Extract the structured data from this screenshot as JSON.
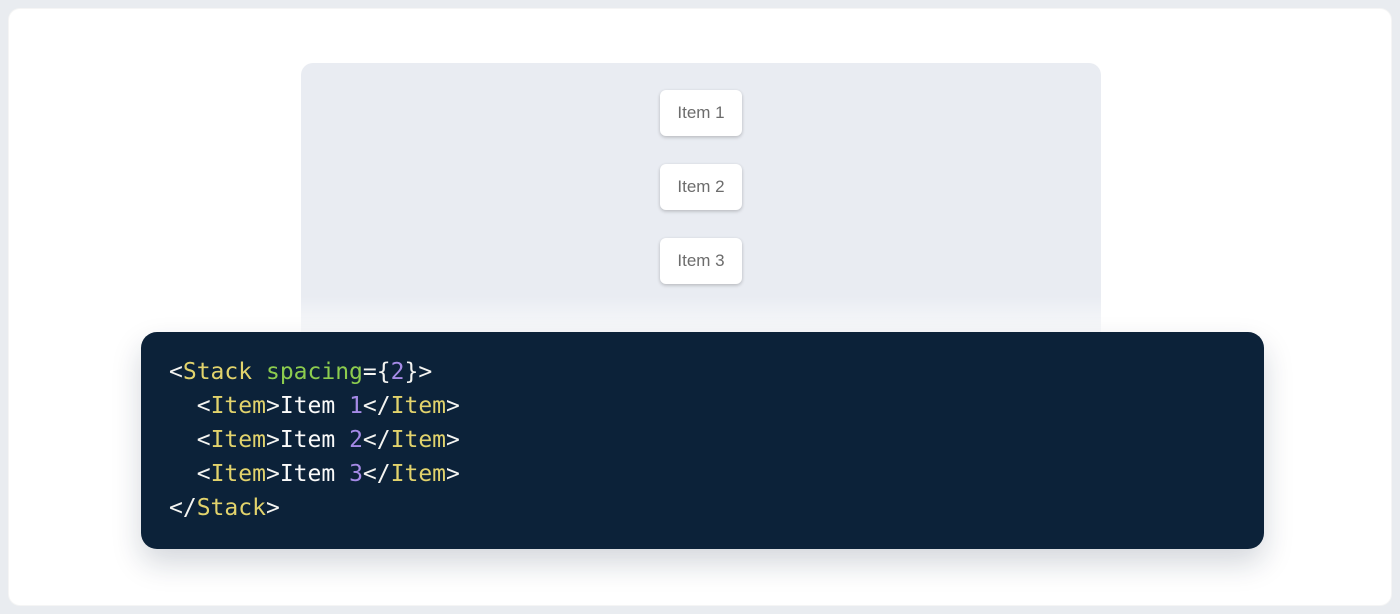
{
  "demo_panel": {
    "items": [
      {
        "label": "Item 1"
      },
      {
        "label": "Item 2"
      },
      {
        "label": "Item 3"
      }
    ]
  },
  "code_block": {
    "language": "jsx",
    "source": "<Stack spacing={2}>\n  <Item>Item 1</Item>\n  <Item>Item 2</Item>\n  <Item>Item 3</Item>\n</Stack>",
    "lines": [
      [
        {
          "type": "punctuation",
          "text": "<"
        },
        {
          "type": "tag",
          "text": "Stack"
        },
        {
          "type": "plain",
          "text": " "
        },
        {
          "type": "attr-name",
          "text": "spacing"
        },
        {
          "type": "punctuation",
          "text": "="
        },
        {
          "type": "punctuation",
          "text": "{"
        },
        {
          "type": "number",
          "text": "2"
        },
        {
          "type": "punctuation",
          "text": "}"
        },
        {
          "type": "punctuation",
          "text": ">"
        }
      ],
      [
        {
          "type": "plain",
          "text": "  "
        },
        {
          "type": "punctuation",
          "text": "<"
        },
        {
          "type": "tag",
          "text": "Item"
        },
        {
          "type": "punctuation",
          "text": ">"
        },
        {
          "type": "plain",
          "text": "Item "
        },
        {
          "type": "number",
          "text": "1"
        },
        {
          "type": "punctuation",
          "text": "</"
        },
        {
          "type": "tag",
          "text": "Item"
        },
        {
          "type": "punctuation",
          "text": ">"
        }
      ],
      [
        {
          "type": "plain",
          "text": "  "
        },
        {
          "type": "punctuation",
          "text": "<"
        },
        {
          "type": "tag",
          "text": "Item"
        },
        {
          "type": "punctuation",
          "text": ">"
        },
        {
          "type": "plain",
          "text": "Item "
        },
        {
          "type": "number",
          "text": "2"
        },
        {
          "type": "punctuation",
          "text": "</"
        },
        {
          "type": "tag",
          "text": "Item"
        },
        {
          "type": "punctuation",
          "text": ">"
        }
      ],
      [
        {
          "type": "plain",
          "text": "  "
        },
        {
          "type": "punctuation",
          "text": "<"
        },
        {
          "type": "tag",
          "text": "Item"
        },
        {
          "type": "punctuation",
          "text": ">"
        },
        {
          "type": "plain",
          "text": "Item "
        },
        {
          "type": "number",
          "text": "3"
        },
        {
          "type": "punctuation",
          "text": "</"
        },
        {
          "type": "tag",
          "text": "Item"
        },
        {
          "type": "punctuation",
          "text": ">"
        }
      ],
      [
        {
          "type": "punctuation",
          "text": "</"
        },
        {
          "type": "tag",
          "text": "Stack"
        },
        {
          "type": "punctuation",
          "text": ">"
        }
      ]
    ]
  },
  "colors": {
    "page_background": "#e9ecf0",
    "card_background": "#ffffff",
    "panel_background": "#e9ecf2",
    "item_background": "#ffffff",
    "item_text": "#6c6c6c",
    "code_background": "#0c2239",
    "token_tag": "#e2d36c",
    "token_attr_name": "#8ccc4e",
    "token_number": "#a58ae6",
    "token_punctuation": "#f4f4f1",
    "token_plain": "#fbfbfa"
  }
}
